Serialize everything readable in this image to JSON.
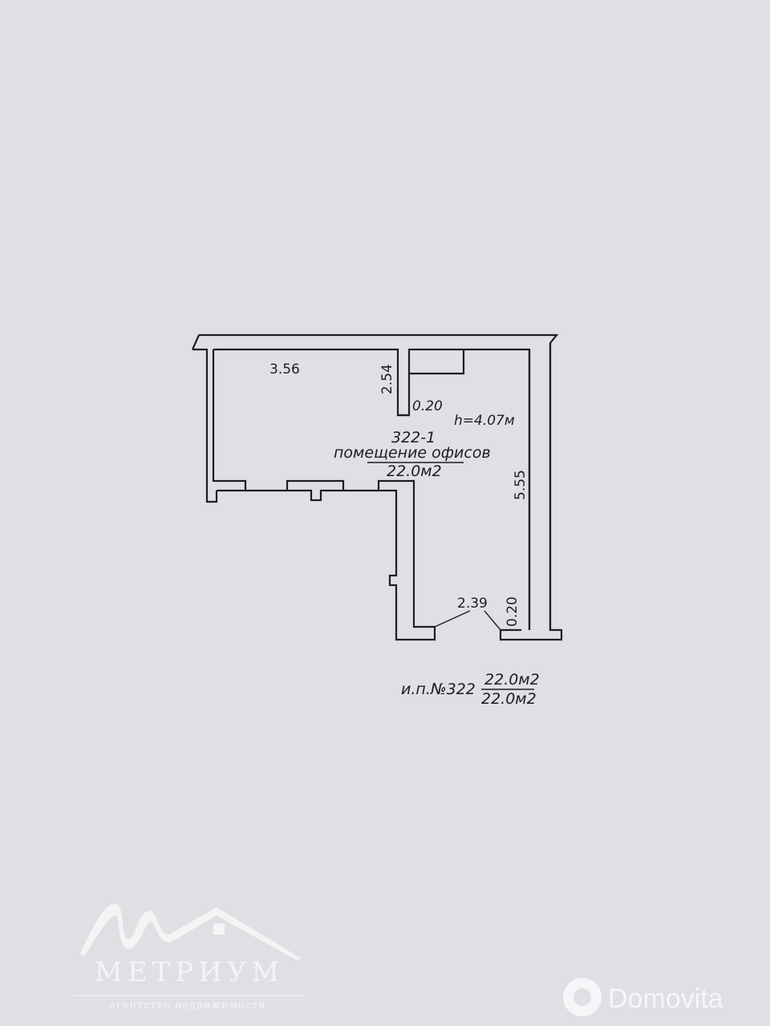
{
  "plan": {
    "dims": {
      "top_left_width": "3.56",
      "left_height": "2.54",
      "wall_thickness_top": "0.20",
      "ceiling_height": "h=4.07м",
      "right_height": "5.55",
      "bottom_width": "2.39",
      "wall_thickness_bottom": "0.20"
    },
    "room": {
      "number": "322-1",
      "name": "помещение офисов",
      "area": "22.0м2"
    },
    "totals": {
      "label": "и.п.№322",
      "area_top": "22.0м2",
      "area_bottom": "22.0м2"
    }
  },
  "watermarks": {
    "brand_name": "МЕТРИУМ",
    "brand_tagline": "агентство недвижимости",
    "site": "Domovita"
  },
  "colors": {
    "paper": "#dfe0e4",
    "ink": "#1e1e22",
    "watermark": "#f4f4f6"
  }
}
